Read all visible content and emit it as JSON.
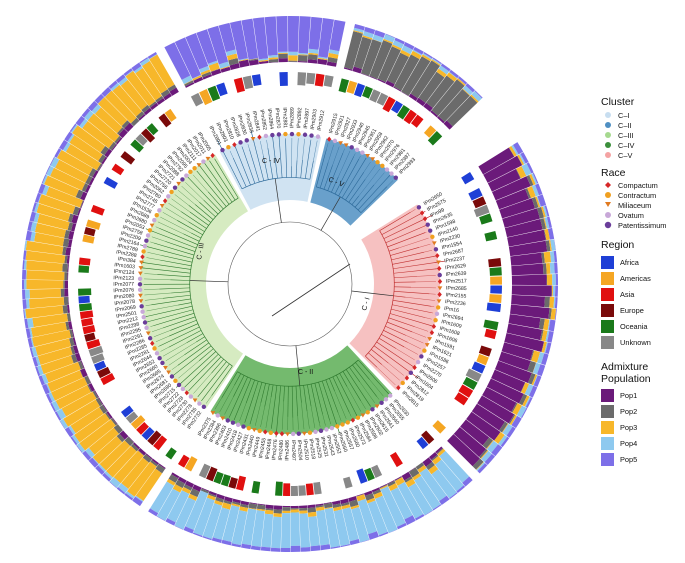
{
  "colors": {
    "cluster": {
      "C-I": "#f4b6b6",
      "C-II": "#5cae55",
      "C-III": "#cfe8b6",
      "C-IV": "#c8def0",
      "C-V": "#4f8fc2"
    },
    "race": {
      "Compactum": "#d62728",
      "Contractum": "#f0a020",
      "Miliaceum": "#e07a20",
      "Ovatum": "#c8a8d8",
      "Patentissimum": "#6a3d9a"
    },
    "region": {
      "Africa": "#1f3fd6",
      "Americas": "#f5a623",
      "Asia": "#e01010",
      "Europe": "#7a0a0a",
      "Oceania": "#1a7a1a",
      "Unknown": "#888888"
    },
    "pop": {
      "Pop1": "#6b1a7a",
      "Pop2": "#6b6b6b",
      "Pop3": "#f7b72a",
      "Pop4": "#8ec9ef",
      "Pop5": "#7d6fe8"
    }
  },
  "clusters": [
    {
      "name": "C-I",
      "label": "C - I"
    },
    {
      "name": "C-II",
      "label": "C - II"
    },
    {
      "name": "C-III",
      "label": "C - III"
    },
    {
      "name": "C-IV",
      "label": "C - IV"
    },
    {
      "name": "C-V",
      "label": "C - V"
    }
  ],
  "legend": {
    "cluster": {
      "title": "Cluster",
      "items": [
        "C–I",
        "C–II",
        "C–III",
        "C–IV",
        "C–V"
      ]
    },
    "race": {
      "title": "Race",
      "items": [
        "Compactum",
        "Contractum",
        "Miliaceum",
        "Ovatum",
        "Patentissimum"
      ]
    },
    "region": {
      "title": "Region",
      "items": [
        "Africa",
        "Americas",
        "Asia",
        "Europe",
        "Oceania",
        "Unknown"
      ]
    },
    "admixture": {
      "title": "Admixture",
      "subtitle": "Population",
      "items": [
        "Pop1",
        "Pop2",
        "Pop3",
        "Pop4",
        "Pop5"
      ]
    }
  },
  "labels_c1": [
    "IPm2650",
    "IPm2575",
    "IPm99",
    "IPm2635",
    "IPm1598",
    "IPm2140",
    "IPm2230",
    "IPm1554",
    "IPm2687",
    "IPm2237",
    "IPm2629",
    "IPm2639",
    "IPm2517",
    "IPm2685",
    "IPm2155",
    "IPm2236",
    "IPm16",
    "IPm2694",
    "IPm1609",
    "IPm1608",
    "IPm1606",
    "IPm1591",
    "IPm1621",
    "IPm1586",
    "IPm2257",
    "IPm2270",
    "IPm2606",
    "IPm1604",
    "IPm2812",
    "IPm2819",
    "IPm2815"
  ],
  "labels_c2": [
    "IPm2630",
    "IPm2655",
    "IPm2640",
    "IPm2641",
    "IPm2615",
    "IPm2602",
    "IPm2598",
    "IPm2584",
    "IPm2573",
    "IPm2560",
    "IPm2557",
    "IPm2560",
    "IPm2552",
    "IPm2543",
    "IPm2531",
    "IPm2525",
    "IPm2518",
    "IPm2510",
    "IPm2504",
    "IPm2497",
    "IPm2486",
    "IPm2480",
    "IPm2476",
    "IPm2468",
    "IPm2455",
    "IPm2449",
    "IPm2440",
    "IPm2431",
    "IPm2427",
    "IPm2418",
    "IPm2410",
    "IPm2403",
    "IPm2396",
    "IPm2384",
    "IPm2375"
  ],
  "labels_c3": [
    "IPm2732",
    "IPm2735",
    "IPm2278",
    "IPm2730",
    "IPm2728",
    "IPm2722",
    "IPm2715",
    "IPm2690",
    "IPm2681",
    "IPm2674",
    "IPm2665",
    "IPm2660",
    "IPm2652",
    "IPm2644",
    "IPm2281",
    "IPm2285",
    "IPm2286",
    "IPm2291",
    "IPm2295",
    "IPm2298",
    "IPm2212",
    "IPm2501",
    "IPm2069",
    "IPm2078",
    "IPm2080",
    "IPm2076",
    "IPm2077",
    "IPm2123",
    "IPm2124",
    "IPm1603",
    "IPm384",
    "IPm2288",
    "IPm2789",
    "IPm2164",
    "IPm2209",
    "IPm2758",
    "IPm2053",
    "IPm2680",
    "IPm2689",
    "IPm1536",
    "IPm2777",
    "IPm2745",
    "IPm2780",
    "IPm2062",
    "IPm2756",
    "IPm2720",
    "IPm2721",
    "IPm2088",
    "IPm2792",
    "IPm2095",
    "IPm2004",
    "IPm2111",
    "IPm2017",
    "IPm2011",
    "IPm2005"
  ],
  "labels_c4": [
    "IPm2801",
    "IPm2803",
    "IPm2810",
    "IPm2828",
    "IPm2830",
    "IPm2838",
    "IPm2841",
    "IPm2852",
    "IPm2864",
    "IPm2870",
    "IPm2881",
    "IPm2889",
    "IPm2892",
    "IPm2897",
    "IPm2903",
    "IPm2912"
  ],
  "labels_c5": [
    "IPm2915",
    "IPm2921",
    "IPm2927",
    "IPm2933",
    "IPm2940",
    "IPm2945",
    "IPm2951",
    "IPm2958",
    "IPm2962",
    "IPm2970",
    "IPm2976",
    "IPm2981",
    "IPm2987",
    "IPm2993"
  ]
}
